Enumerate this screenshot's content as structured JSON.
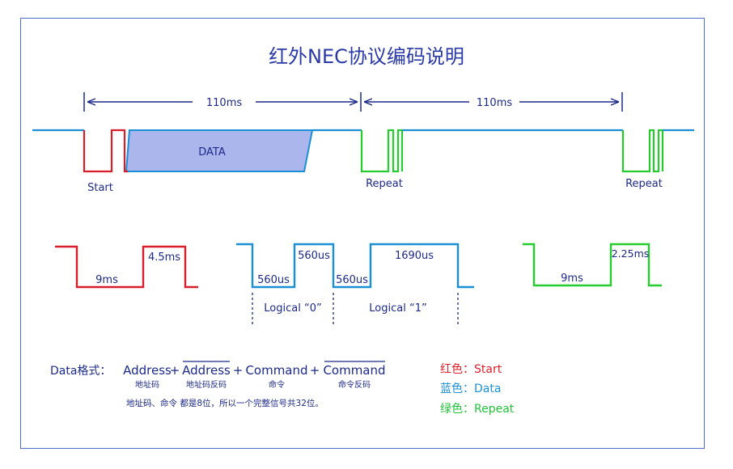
{
  "title": "红外NEC协议编码说明",
  "timing": {
    "frame_period": "110ms",
    "repeat_period": "110ms"
  },
  "waveform_labels": {
    "start": "Start",
    "data": "DATA",
    "repeat_1": "Repeat",
    "repeat_2": "Repeat"
  },
  "details": {
    "start_low": "9ms",
    "start_high": "4.5ms",
    "logic0_low": "560us",
    "logic0_high": "560us",
    "logic1_low": "560us",
    "logic1_high": "1690us",
    "logic0_label": "Logical “0”",
    "logic1_label": "Logical “1”",
    "repeat_low": "9ms",
    "repeat_high": "2.25ms"
  },
  "format": {
    "label": "Data格式：",
    "address": "Address",
    "address_sub": "地址码",
    "address_inv": "Address",
    "address_inv_sub": "地址码反码",
    "command": "Command",
    "command_sub": "命令",
    "command_inv": "Command",
    "command_inv_sub": "命令反码",
    "plus": "+",
    "note": "地址码、命令 都是8位，所以一个完整信号共32位。"
  },
  "legend": [
    {
      "text": "红色：Start",
      "color": "#e0202a"
    },
    {
      "text": "蓝色：Data",
      "color": "#1a90d8"
    },
    {
      "text": "绿色：Repeat",
      "color": "#22c43a"
    }
  ],
  "colors": {
    "start": "#d81e2a",
    "data": "#1a8fd6",
    "repeat": "#26cc2e",
    "navy": "#1c2a8a",
    "data_fill": "#aab6ec"
  }
}
